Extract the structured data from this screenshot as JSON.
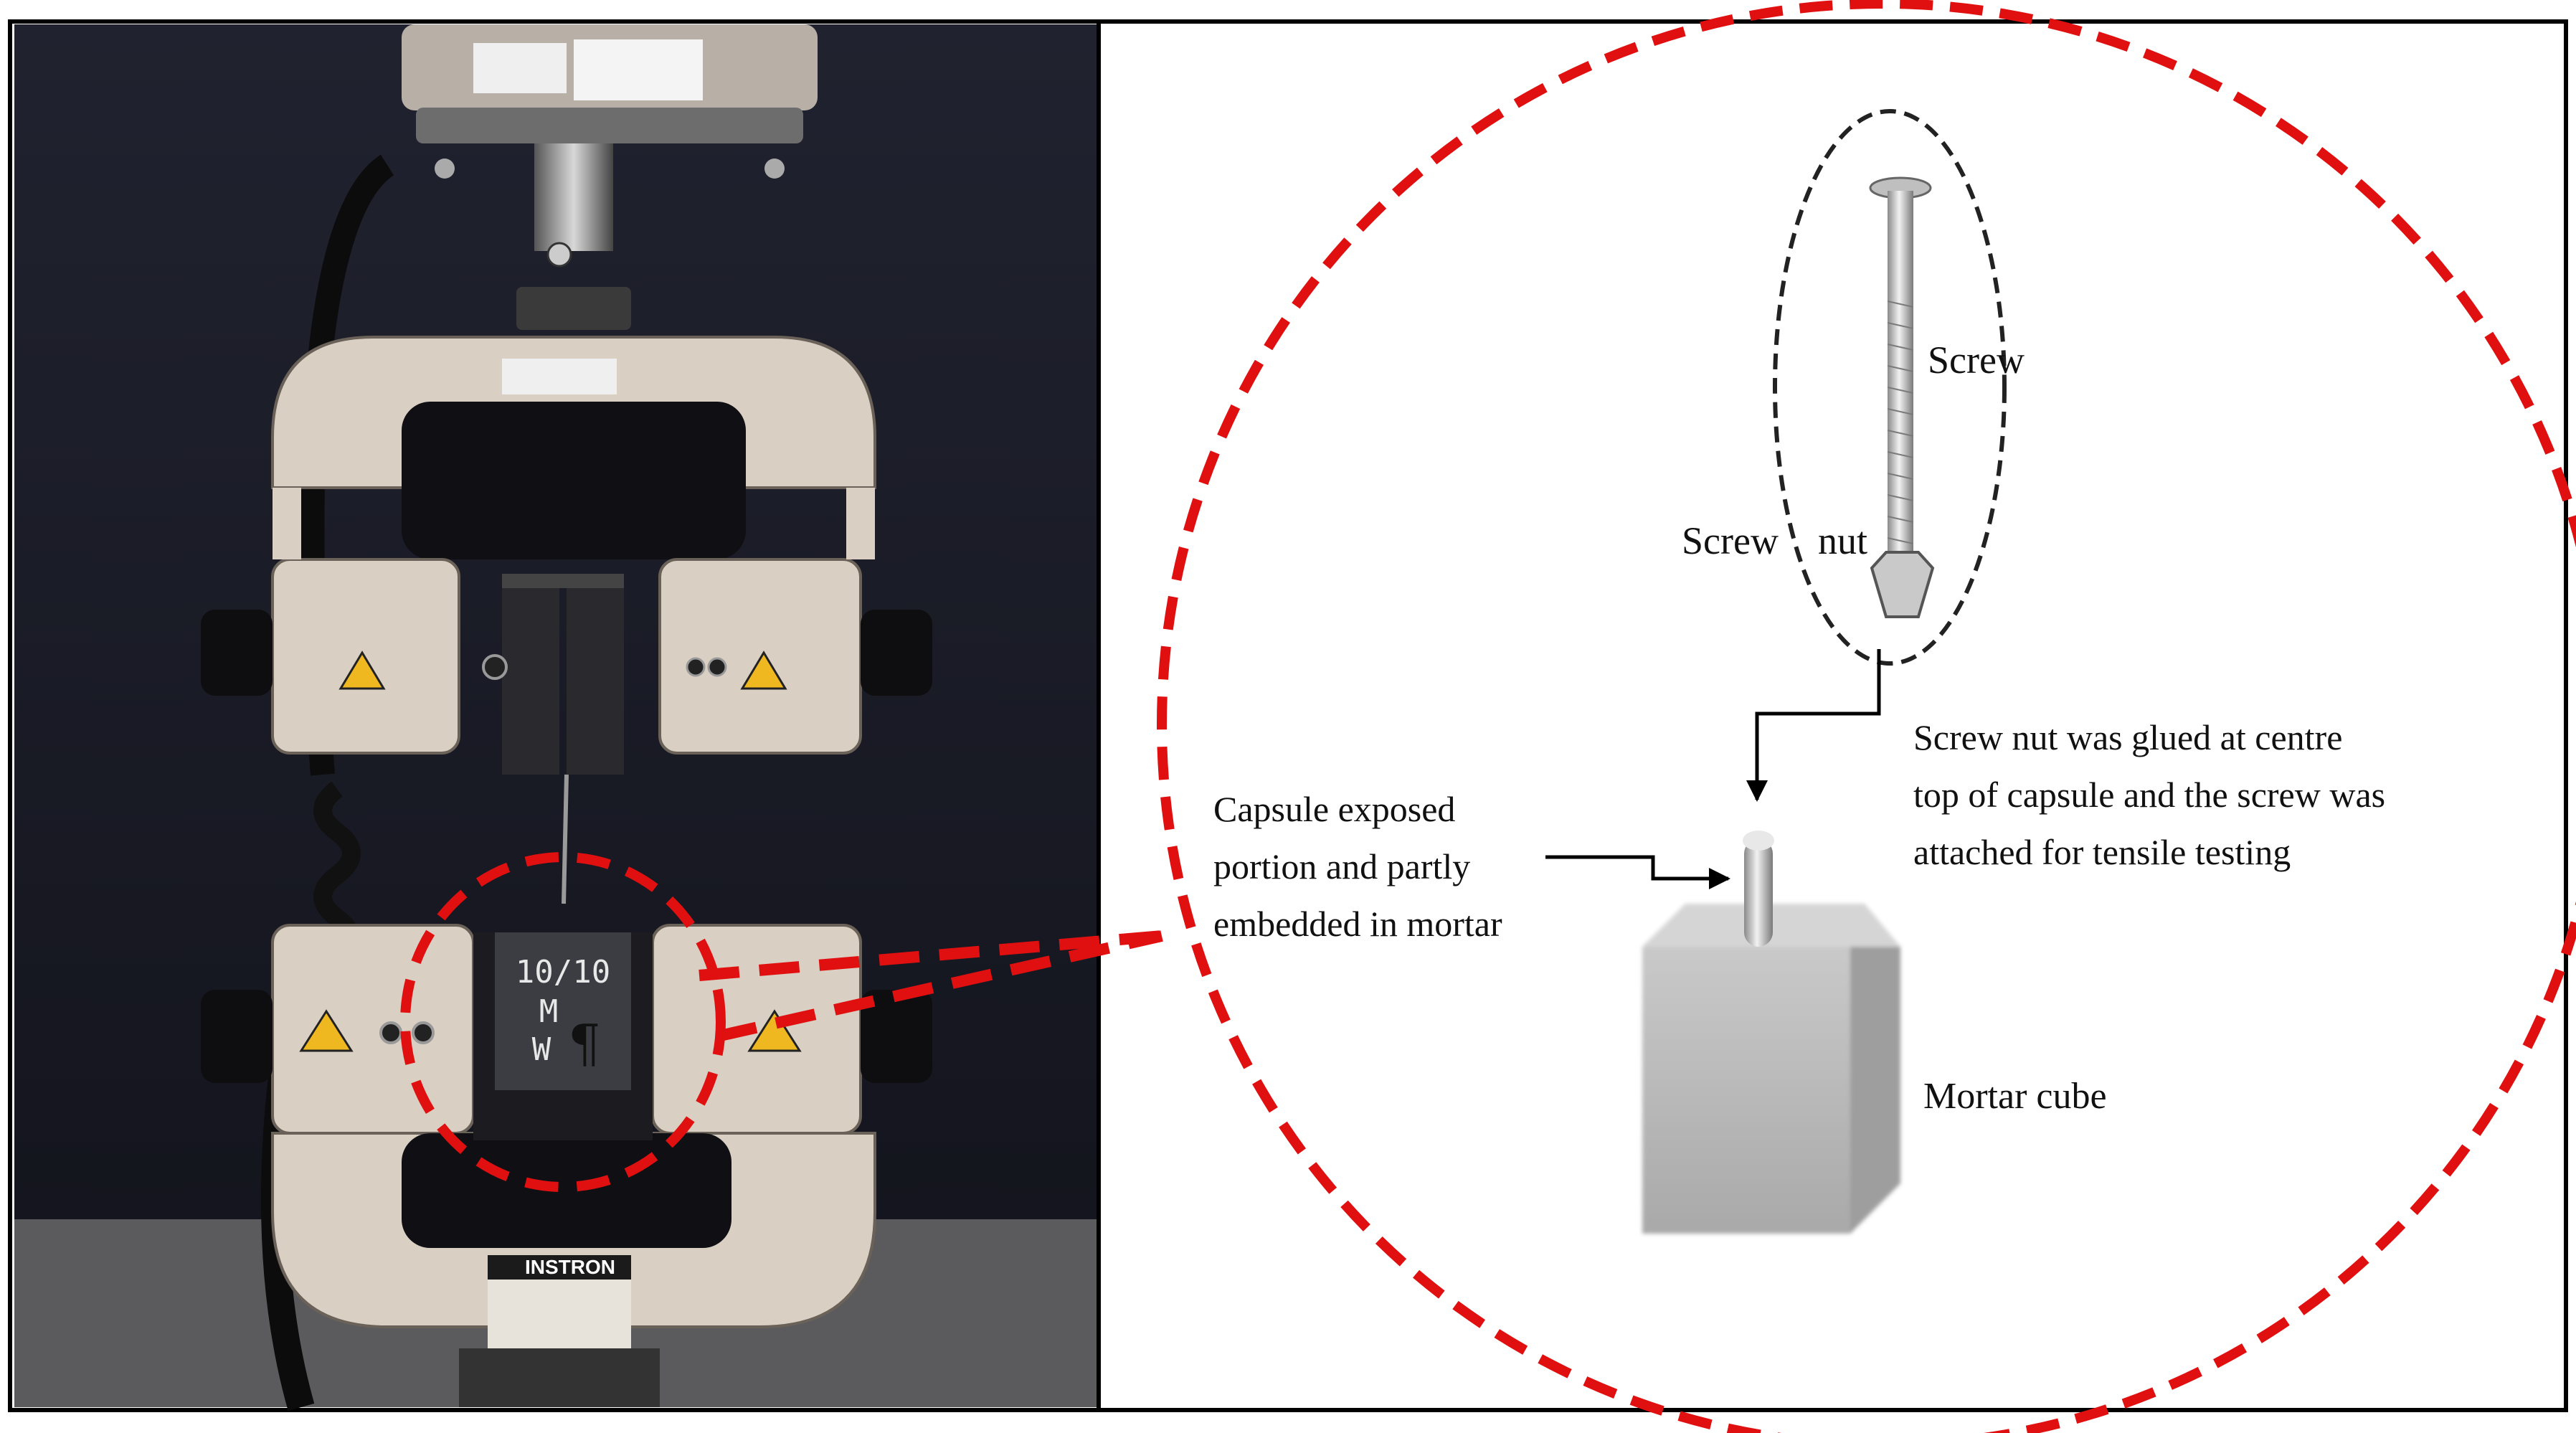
{
  "colors": {
    "frame": "#000000",
    "highlight_circle": "#e01010",
    "zoom_outline": "#222222",
    "machine_body": "#d9cfc3",
    "background_dark": "#1b1d2c",
    "mortar": "#b9b9b9"
  },
  "photo": {
    "specimen_marking_line1": "10/10",
    "specimen_marking_line2": "M",
    "specimen_marking_line3": "W",
    "pilcrow_mark": "¶",
    "machine_brand": "INSTRON"
  },
  "labels": {
    "screw": "Screw",
    "screw_nut_left": "Screw",
    "screw_nut_right": "nut",
    "glue_note": [
      "Screw nut was glued at centre",
      "top of capsule and the screw was",
      "attached for tensile testing"
    ],
    "capsule_note": [
      "Capsule exposed",
      "portion and partly",
      "embedded in mortar"
    ],
    "mortar_cube": "Mortar cube"
  }
}
